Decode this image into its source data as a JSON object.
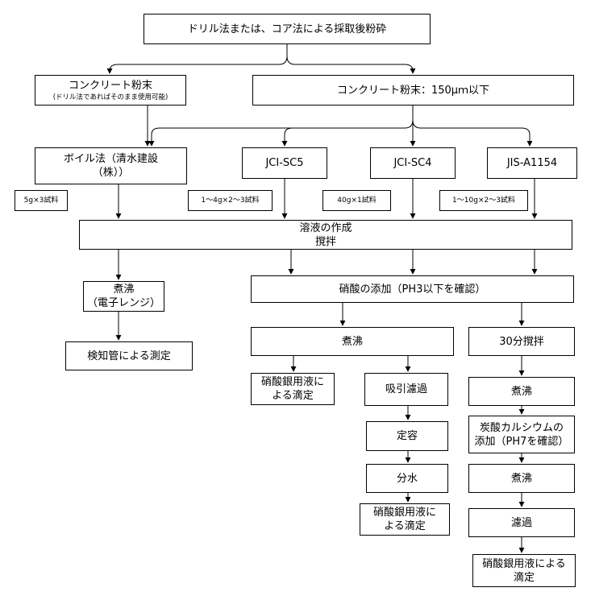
{
  "nodes": {
    "top": "ドリル法または、コア法による採取後粉砕",
    "powder_left": "コンクリート粉末",
    "powder_left_note": "(ドリル法であればそのまま使用可能)",
    "powder_right": "コンクリート粉末：150μｍ以下",
    "boil_method_l1": "ボイル法（清水建設",
    "boil_method_l2": "（株））",
    "jci_sc5": "JCI-SC5",
    "jci_sc4": "JCI-SC4",
    "jis": "JIS-A1154",
    "solution_l1": "溶液の作成",
    "solution_l2": "撹拌",
    "boil_micro_l1": "煮沸",
    "boil_micro_l2": "（電子レンジ）",
    "detector": "検知管による測定",
    "nitric_add": "硝酸の添加（PH3以下を確認）",
    "boil_a": "煮沸",
    "stir30": "30分撹拌",
    "titr_a_l1": "硝酸銀用液に",
    "titr_a_l2": "よる滴定",
    "suction": "吸引濾過",
    "boil_b": "煮沸",
    "volume": "定容",
    "calcium_l1": "炭酸カルシウムの",
    "calcium_l2": "添加（PH7を確認）",
    "divide": "分水",
    "boil_c": "煮沸",
    "titr_b_l1": "硝酸銀用液に",
    "titr_b_l2": "よる滴定",
    "filter": "濾過",
    "titr_c_l1": "硝酸銀用液による",
    "titr_c_l2": "滴定"
  },
  "samples": {
    "boil": "5g×3試料",
    "sc5": "1～4g×2～3試料",
    "sc4": "40g×1試料",
    "jis": "1～10g×2～3試料"
  }
}
